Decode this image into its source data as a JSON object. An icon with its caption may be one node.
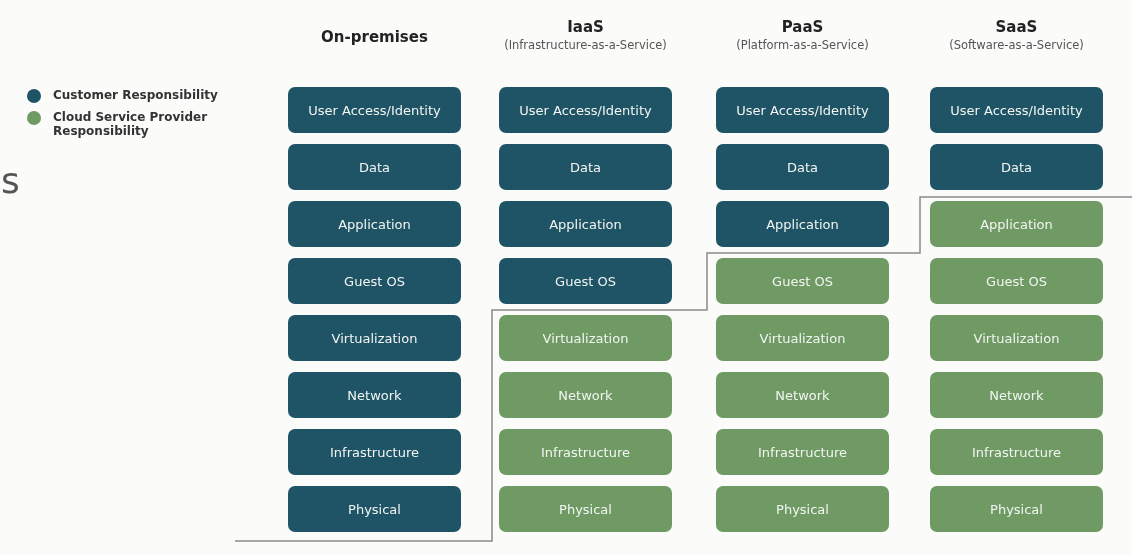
{
  "diagram": {
    "nodes": [
      {
        "text": [
          "User Access/Identity"
        ]
      },
      {
        "text": [
          "User Access/Identity"
        ]
      },
      {
        "text": [
          "User Access/Identity"
        ]
      },
      {
        "text": [
          "User Access/Identity"
        ]
      },
      {
        "text": [
          "Data"
        ]
      },
      {
        "text": [
          "Data"
        ]
      },
      {
        "text": [
          "Data"
        ]
      },
      {
        "text": [
          "Data"
        ]
      },
      {
        "text": [
          "Application"
        ]
      },
      {
        "text": [
          "Application"
        ]
      },
      {
        "text": [
          "Application"
        ]
      },
      {
        "text": [
          "Application"
        ]
      },
      {
        "text": [
          "Guest OS"
        ]
      },
      {
        "text": [
          "Guest OS"
        ]
      },
      {
        "text": [
          "Guest OS"
        ]
      },
      {
        "text": [
          "Guest OS"
        ]
      },
      {
        "text": [
          "Virtualization"
        ]
      },
      {
        "text": [
          "Virtualization"
        ]
      },
      {
        "text": [
          "Virtualization"
        ]
      },
      {
        "text": [
          "Virtualization"
        ]
      },
      {
        "text": [
          "Network"
        ]
      },
      {
        "text": [
          "Network"
        ]
      },
      {
        "text": [
          "Network"
        ]
      },
      {
        "text": [
          "Network"
        ]
      },
      {
        "text": [
          "Infrastructure"
        ]
      },
      {
        "text": [
          "Infrastructure"
        ]
      },
      {
        "text": [
          "Infrastructure"
        ]
      },
      {
        "text": [
          "Infrastructure"
        ]
      },
      {
        "text": [
          "Physical"
        ]
      },
      {
        "text": [
          "Physical"
        ]
      },
      {
        "text": [
          "Physical"
        ]
      },
      {
        "text": [
          "Physical"
        ]
      }
    ],
    "labels": [
      "On-premises",
      "IaaS",
      "(Infrastructure-as-a-Service)",
      "PaaS",
      "(Platform-as-a-Service)",
      "SaaS",
      "(Software-as-a-Service)",
      "s"
    ],
    "legend": [
      {
        "text": "Customer Responsibility",
        "color": "#1f5466"
      },
      {
        "text": "Cloud Service Provider Responsibility",
        "color": "#6f9a64"
      }
    ]
  }
}
